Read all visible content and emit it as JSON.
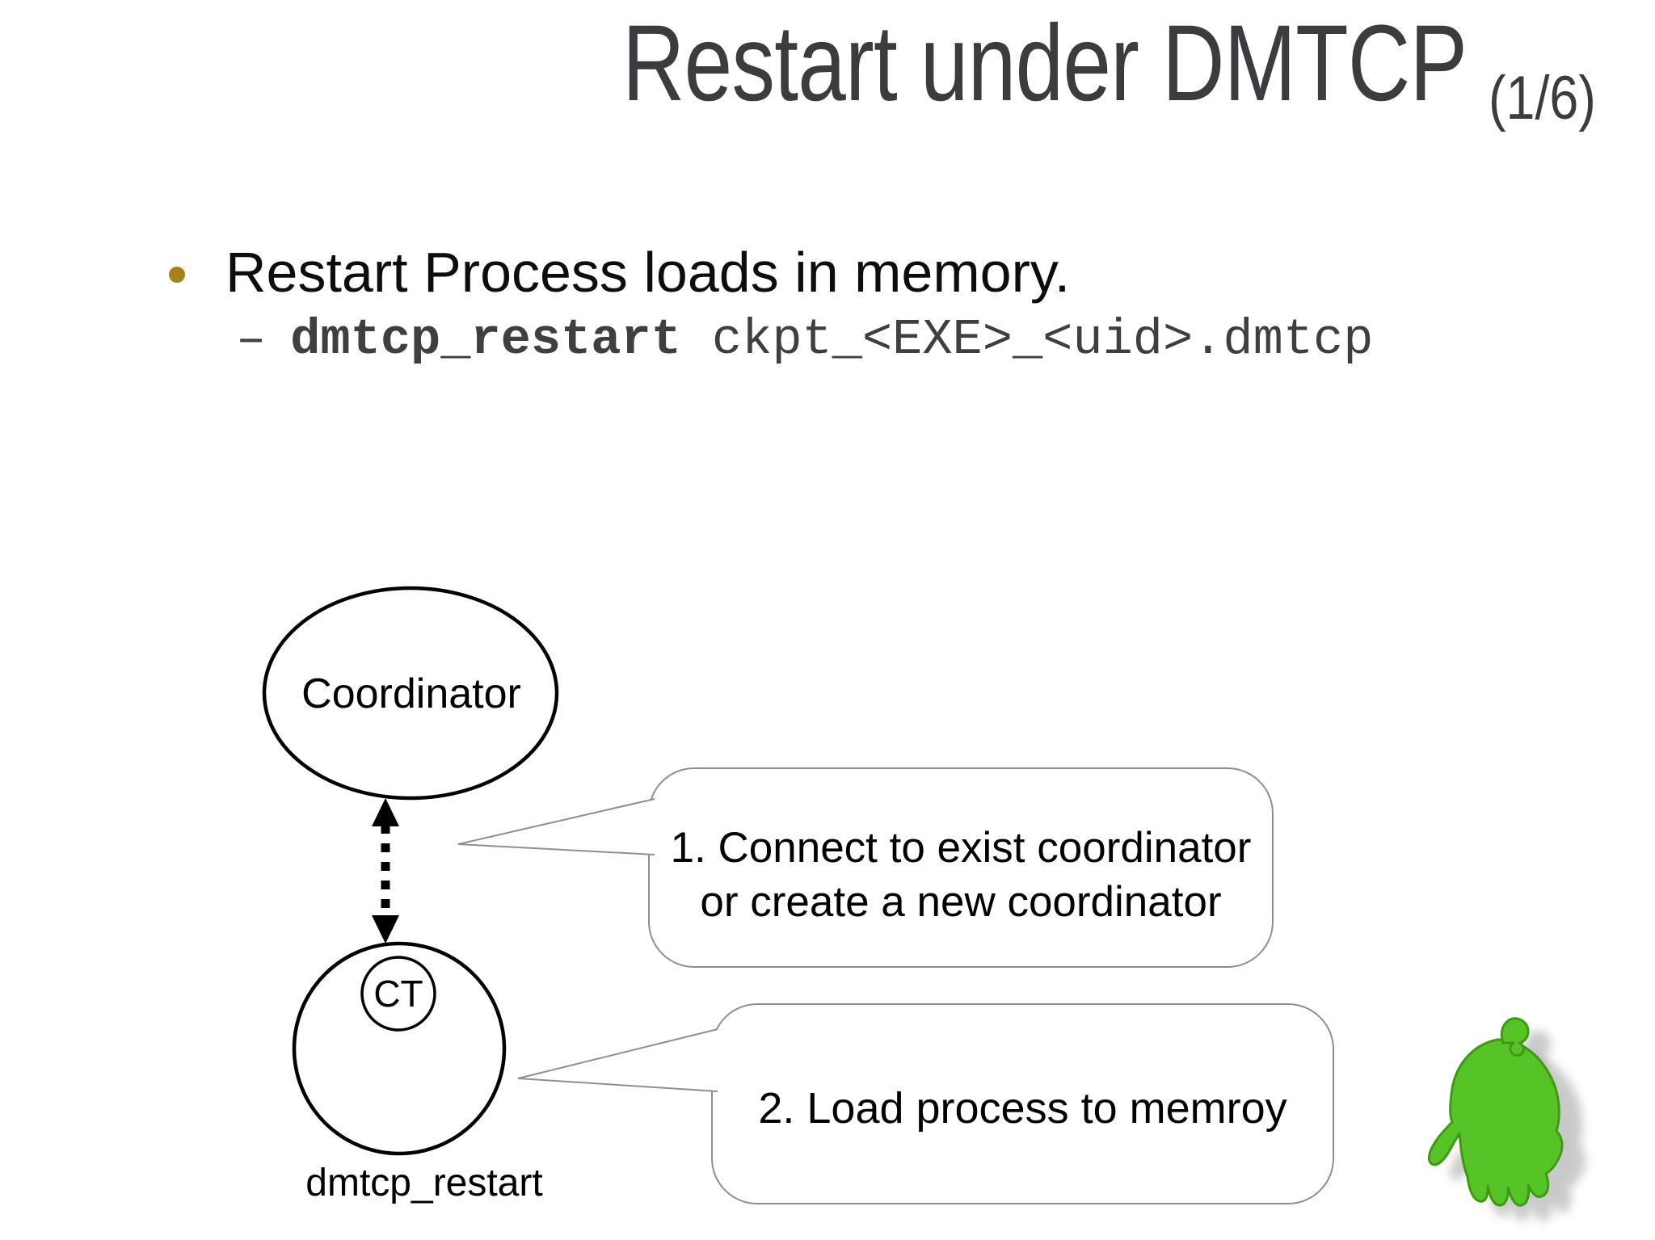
{
  "slide": {
    "title": "Restart under DMTCP",
    "title_suffix": "(1/6)",
    "bullet": "Restart Process loads in memory.",
    "code_dash": "–",
    "code_command": "dmtcp_restart",
    "code_args": "ckpt_<EXE>_<uid>.dmtcp"
  },
  "diagram": {
    "coordinator_label": "Coordinator",
    "ct_label": "CT",
    "process_label": "dmtcp_restart",
    "bubble1_line1": "1. Connect to exist coordinator",
    "bubble1_line2": "or create a new coordinator",
    "bubble2_text": "2. Load process to memroy"
  },
  "colors": {
    "bullet_dot": "#a9811c",
    "title_text": "#3c3c40",
    "body_text": "#0d0d0d",
    "code_text": "#3f3f3f",
    "diagram_stroke": "#000000",
    "bubble_border": "#8f8f8f",
    "logo_green": "#56c326",
    "logo_green_dark": "#3e9a11",
    "logo_shadow": "#8a8a8a"
  }
}
